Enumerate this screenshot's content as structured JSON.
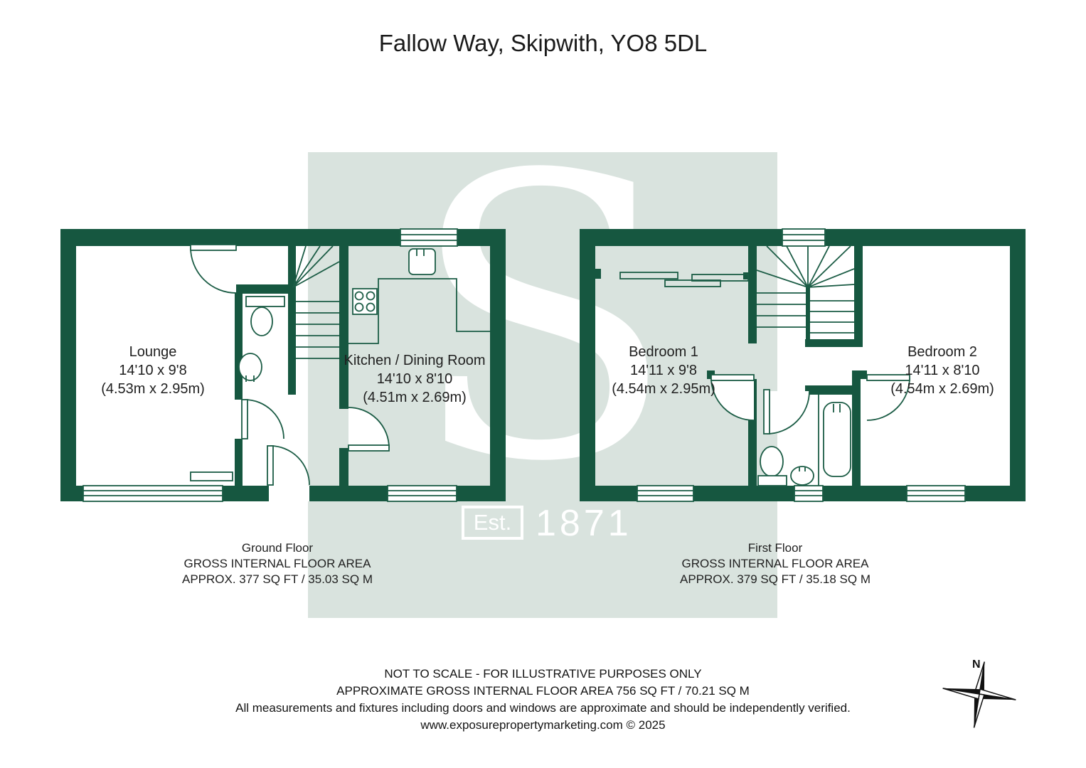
{
  "title": "Fallow Way, Skipwith, YO8 5DL",
  "watermark": {
    "letter": "S",
    "est_label": "Est.",
    "year": "1871"
  },
  "ground_floor": {
    "rooms": [
      {
        "name": "Lounge",
        "imperial": "14'10 x 9'8",
        "metric": "(4.53m x 2.95m)"
      },
      {
        "name": "Kitchen / Dining Room",
        "imperial": "14'10 x 8'10",
        "metric": "(4.51m x 2.69m)"
      }
    ],
    "label": {
      "line1": "Ground Floor",
      "line2": "GROSS INTERNAL FLOOR AREA",
      "line3": "APPROX. 377 SQ FT / 35.03 SQ M"
    }
  },
  "first_floor": {
    "rooms": [
      {
        "name": "Bedroom 1",
        "imperial": "14'11 x 9'8",
        "metric": "(4.54m x 2.95m)"
      },
      {
        "name": "Bedroom 2",
        "imperial": "14'11 x 8'10",
        "metric": "(4.54m x 2.69m)"
      }
    ],
    "label": {
      "line1": "First Floor",
      "line2": "GROSS INTERNAL FLOOR AREA",
      "line3": "APPROX. 379 SQ FT / 35.18 SQ M"
    }
  },
  "footer": {
    "line1": "NOT TO SCALE - FOR ILLUSTRATIVE PURPOSES ONLY",
    "line2": "APPROXIMATE GROSS INTERNAL FLOOR AREA 756 SQ FT / 70.21 SQ M",
    "line3": "All measurements and fixtures including doors and windows are approximate and should be independently verified.",
    "line4": "www.exposurepropertymarketing.com © 2025"
  },
  "compass": {
    "north_label": "N"
  },
  "colors": {
    "wall": "#165740",
    "line": "#1b5c45",
    "watermark_bg": "#d9e3de",
    "text": "#1f1f1f"
  }
}
